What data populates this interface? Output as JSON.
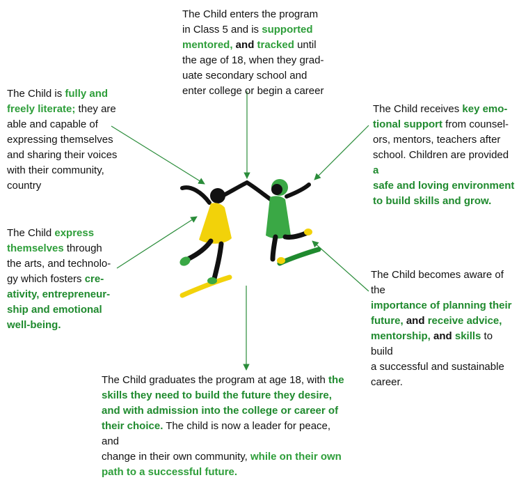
{
  "colors": {
    "arrow": "#2a8c3a",
    "green_light": "#3aa845",
    "green_dark": "#1f8a2e",
    "yellow": "#f2d20a",
    "skin": "#111111"
  },
  "blocks": [
    {
      "id": "b-top",
      "name": "text-block-top",
      "runs": [
        {
          "t": "The Child enters the program\nin Class 5 and is ",
          "s": ""
        },
        {
          "t": "supported\nmentored,",
          "s": "g1"
        },
        {
          "t": " and ",
          "s": "b"
        },
        {
          "t": "tracked",
          "s": "g1"
        },
        {
          "t": " until\nthe age of 18, when they grad-\nuate secondary school and\nenter college or begin a career",
          "s": ""
        }
      ]
    },
    {
      "id": "b-ul",
      "name": "text-block-upper-left",
      "runs": [
        {
          "t": "The Child is ",
          "s": ""
        },
        {
          "t": "fully and\nfreely literate;",
          "s": "g1"
        },
        {
          "t": " they are\nable and capable of\nexpressing themselves\nand sharing their voices\nwith their community,\ncountry",
          "s": ""
        }
      ]
    },
    {
      "id": "b-ur",
      "name": "text-block-upper-right",
      "runs": [
        {
          "t": "The Child receives ",
          "s": ""
        },
        {
          "t": "key emo-\ntional support",
          "s": "g2"
        },
        {
          "t": " from counsel-\nors, mentors, teachers after\nschool. Children are provided ",
          "s": ""
        },
        {
          "t": "a\nsafe and loving environment\nto build skills and grow.",
          "s": "g2"
        }
      ]
    },
    {
      "id": "b-ml",
      "name": "text-block-middle-left",
      "runs": [
        {
          "t": "The Child ",
          "s": ""
        },
        {
          "t": "express\nthemselves",
          "s": "g1"
        },
        {
          "t": " through\nthe arts, and technolo-\ngy which fosters ",
          "s": ""
        },
        {
          "t": "cre-\nativity, entrepreneur-\nship and emotional\nwell-being.",
          "s": "g2"
        }
      ]
    },
    {
      "id": "b-mr",
      "name": "text-block-middle-right",
      "runs": [
        {
          "t": "The Child becomes aware of the\n",
          "s": ""
        },
        {
          "t": "importance of planning their\nfuture,",
          "s": "g2"
        },
        {
          "t": " and ",
          "s": "b"
        },
        {
          "t": "receive advice,\nmentorship,",
          "s": "g2"
        },
        {
          "t": " and ",
          "s": "b"
        },
        {
          "t": "skills",
          "s": "g2"
        },
        {
          "t": " to build\na successful and sustainable\ncareer.",
          "s": ""
        }
      ]
    },
    {
      "id": "b-bot",
      "name": "text-block-bottom",
      "runs": [
        {
          "t": "The Child graduates the program at age 18, with ",
          "s": ""
        },
        {
          "t": "the\nskills they need to build the future they desire,\nand with admission into the college or career of\ntheir choice.",
          "s": "g2"
        },
        {
          "t": " The child is now a leader for peace, and\nchange in their own community, ",
          "s": ""
        },
        {
          "t": "while on their own\npath to a successful future.",
          "s": "g1"
        }
      ]
    }
  ]
}
